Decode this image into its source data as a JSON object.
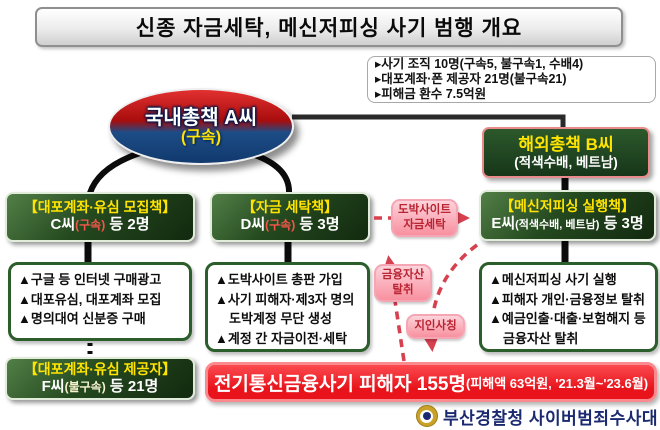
{
  "title": "신종 자금세탁, 메신저피싱 사기 범행 개요",
  "summary_box": {
    "items": [
      "▸사기 조직 10명(구속5, 불구속1, 수배4)",
      "▸대포계좌·폰 제공자 21명(불구속21)",
      "▸피해금 환수 7.5억원"
    ]
  },
  "nodes": {
    "boss_domestic": {
      "title": "국내총책 A씨",
      "status": "(구속)"
    },
    "boss_overseas": {
      "title": "해외총책 B씨",
      "status": "(적색수배, 베트남)"
    },
    "recruiter": {
      "role": "【대포계좌·유심 모집책】",
      "person": "C씨",
      "status": "(구속)",
      "rest": " 등  2명"
    },
    "launderer": {
      "role": "【자금 세탁책】",
      "person": "D씨",
      "status": "(구속)",
      "rest": " 등  3명"
    },
    "phisher": {
      "role": "【메신저피싱 실행책】",
      "person": "E씨",
      "status": "(적색수배, 베트남)",
      "rest": " 등  3명"
    },
    "provider": {
      "role": "【대포계좌·유심 제공자】",
      "person": "F씨",
      "status": "(불구속)",
      "rest": " 등  21명"
    }
  },
  "details": {
    "recruiter": [
      "▲구글 등 인터넷 구매광고",
      "▲대포유심, 대포계좌 모집",
      "▲명의대여 신분증 구매"
    ],
    "launderer": [
      "▲도박사이트 총판 가입",
      "▲사기 피해자·제3자 명의",
      "도박계정 무단 생성",
      "▲계정 간 자금이전·세탁"
    ],
    "phisher": [
      "▲메신저피싱 사기 실행",
      "▲피해자 개인·금융정보 탈취",
      "▲예금인출·대출·보험해지 등",
      "금융자산 탈취"
    ]
  },
  "flow_badges": {
    "gambling_line1": "도박사이트",
    "gambling_line2": "자금세탁",
    "asset_line1": "금융자산",
    "asset_line2": "탈취",
    "impersonation": "지인사칭"
  },
  "banner": {
    "main": "전기통신금융사기 피해자 155명",
    "sub": "(피해액 63억원, '21.3월~'23.6월)"
  },
  "footer": {
    "agency": "부산경찰청 사이버범죄수사대"
  },
  "colors": {
    "banner_red": "#ee1c24",
    "role_box_green": "#1d4523",
    "badge_pink": "#f998a9",
    "badge_text": "#b92433",
    "arrow_red": "#d6404f",
    "highlight_yellow": "#ffe400",
    "footer_navy": "#1b2a70"
  }
}
